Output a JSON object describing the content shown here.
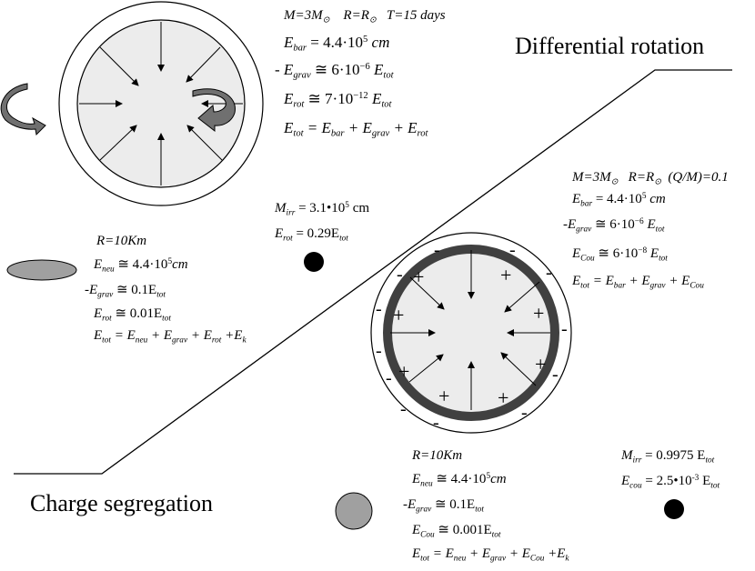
{
  "labels": {
    "differential_rotation": "Differential rotation",
    "charge_segregation": "Charge segregation"
  },
  "sun": "⊙",
  "top_left_block": {
    "header": {
      "M": "M=3M",
      "R": "R=R",
      "T": "T=15 days"
    },
    "ebar": {
      "lhs": "E",
      "sub": "bar",
      "rhs": "= 4.4·10",
      "exp": "5",
      "unit": " cm"
    },
    "egrav": {
      "neg": "-",
      "lhs": "E",
      "sub": "grav",
      "rhs": "≅ 6·10",
      "exp": "−6",
      "tail": " E",
      "tail_sub": "tot"
    },
    "erot": {
      "lhs": "E",
      "sub": "rot",
      "rhs": "≅ 7·10",
      "exp": "−12",
      "tail": " E",
      "tail_sub": "tot"
    },
    "etot": {
      "lhs": "E",
      "sub": "tot",
      "eq": " = E",
      "s1": "bar",
      "p1": " + E",
      "s2": "grav",
      "p2": " + E",
      "s3": "rot"
    }
  },
  "top_right_block": {
    "header": {
      "M": "M=3M",
      "R": "R=R",
      "QM": "(Q/M)=0.1"
    },
    "ebar": {
      "lhs": "E",
      "sub": "bar",
      "rhs": "= 4.4·10",
      "exp": "5",
      "unit": " cm"
    },
    "egrav": {
      "neg": "-",
      "lhs": "E",
      "sub": "grav",
      "rhs": "≅ 6·10",
      "exp": "−6",
      "tail": " E",
      "tail_sub": "tot"
    },
    "ecou": {
      "lhs": "E",
      "sub": "Cou",
      "rhs": "≅ 6·10",
      "exp": "−8",
      "tail": " E",
      "tail_sub": "tot"
    },
    "etot": {
      "lhs": "E",
      "sub": "tot",
      "eq": " = E",
      "s1": "bar",
      "p1": " + E",
      "s2": "grav",
      "p2": " + E",
      "s3": "Cou"
    }
  },
  "mid_block": {
    "mirr": {
      "lhs": "M",
      "sub": "irr",
      "rhs": "= 3.1•10",
      "exp": "5",
      "unit": " cm"
    },
    "erot": {
      "lhs": "E",
      "sub": "rot",
      "rhs": "= 0.29E",
      "tail_sub": "tot"
    }
  },
  "left_block": {
    "R": "R=10Km",
    "eneu": {
      "lhs": "E",
      "sub": "neu",
      "rhs": " ≅ 4.4·10",
      "exp": "5",
      "unit": "cm"
    },
    "egrav": {
      "neg": "-",
      "lhs": "E",
      "sub": "grav",
      "rhs": " ≅ 0.1E",
      "tail_sub": "tot"
    },
    "erot": {
      "lhs": "E",
      "sub": "rot",
      "rhs": " ≅ 0.01E",
      "tail_sub": "tot"
    },
    "etot": {
      "lhs": "E",
      "sub": "tot",
      "eq": " = E",
      "s1": "neu",
      "p1": " + E",
      "s2": "grav",
      "p2": " + E",
      "s3": "rot",
      "p3": " +E",
      "s4": "k"
    }
  },
  "bottom_block": {
    "R": "R=10Km",
    "eneu": {
      "lhs": "E",
      "sub": "neu",
      "rhs": " ≅ 4.4·10",
      "exp": "5",
      "unit": "cm"
    },
    "egrav": {
      "neg": "-",
      "lhs": "E",
      "sub": "grav",
      "rhs": " ≅ 0.1E",
      "tail_sub": "tot"
    },
    "ecou": {
      "lhs": "E",
      "sub": "Cou",
      "rhs": " ≅ 0.001E",
      "tail_sub": "tot"
    },
    "etot": {
      "lhs": "E",
      "sub": "tot",
      "eq": " = E",
      "s1": "neu",
      "p1": " + E",
      "s2": "grav",
      "p2": " + E",
      "s3": "Cou",
      "p3": " +E",
      "s4": "k"
    }
  },
  "bottom_right_block": {
    "mirr": {
      "lhs": "M",
      "sub": "irr",
      "rhs": "= 0.9975 E",
      "tail_sub": "tot"
    },
    "ecou": {
      "lhs": "E",
      "sub": "cou",
      "rhs": "= 2.5•10",
      "exp": "-3",
      "tail": " E",
      "tail_sub": "tot"
    }
  },
  "charges": {
    "plus": [
      "+",
      "+",
      "+",
      "+",
      "+",
      "+",
      "+",
      "+"
    ],
    "minus": [
      "-",
      "-",
      "-",
      "-",
      "-",
      "-",
      "-",
      "-",
      "-",
      "-",
      "-",
      "-"
    ]
  },
  "colors": {
    "core_fill": "#ececec",
    "dark_ring": "#404040",
    "ellipse": "#a0a0a0",
    "black_hole": "#000000"
  }
}
